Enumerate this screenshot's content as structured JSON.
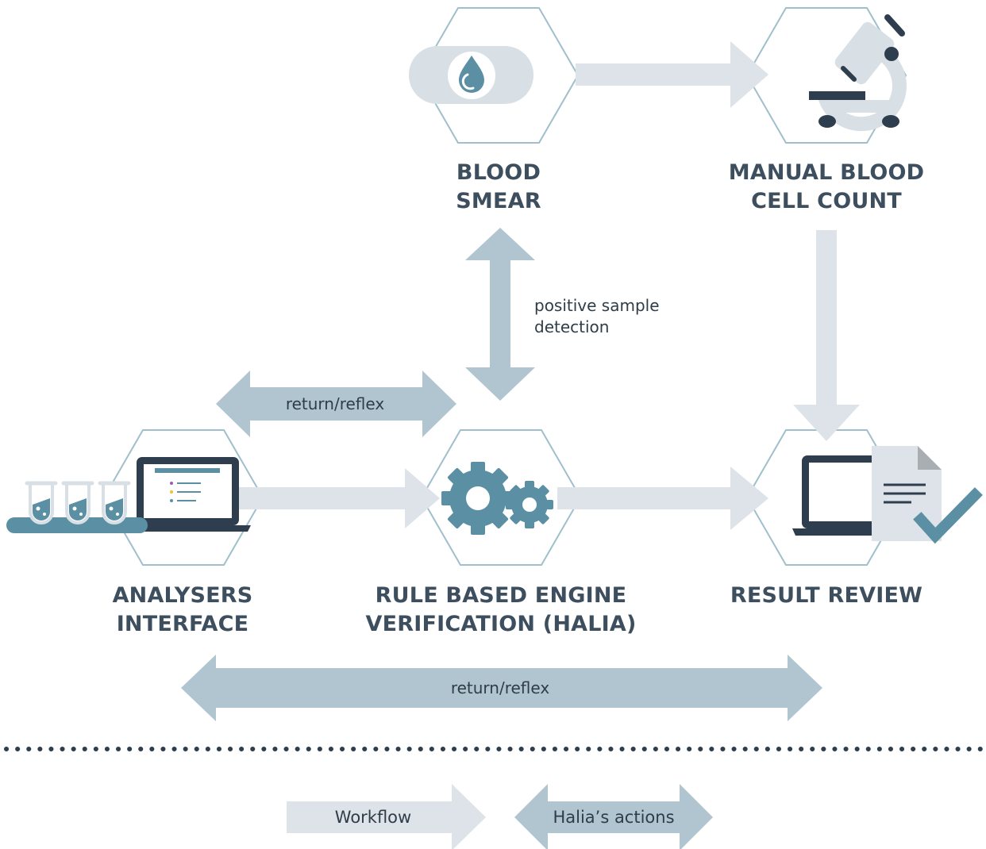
{
  "nodes": {
    "analysers": {
      "line1": "ANALYSERS",
      "line2": "INTERFACE"
    },
    "engine": {
      "line1": "RULE BASED ENGINE",
      "line2": "VERIFICATION (HALIA)"
    },
    "review": {
      "line1": "RESULT REVIEW"
    },
    "smear": {
      "line1": "BLOOD",
      "line2": "SMEAR"
    },
    "manual": {
      "line1": "MANUAL BLOOD",
      "line2": "CELL COUNT"
    }
  },
  "edges": {
    "return_reflex_top": "return/reflex",
    "return_reflex_bottom": "return/reflex",
    "positive_line1": "positive sample",
    "positive_line2": "detection"
  },
  "legend": {
    "workflow": "Workflow",
    "halia_actions": "Halia’s actions"
  },
  "colors": {
    "workflow_arrow": "#dde3e8",
    "halia_arrow": "#b0c5cf",
    "hex_outline": "#9fbfcc",
    "teal": "#5b8fa3",
    "dark": "#2e3e4e",
    "pale": "#d9e0e5",
    "label": "#3d4f5e"
  },
  "icons": {
    "analysers": "test-tubes-laptop-icon",
    "engine": "gears-icon",
    "review": "laptop-document-check-icon",
    "smear": "blood-drop-slide-icon",
    "manual": "microscope-icon"
  }
}
